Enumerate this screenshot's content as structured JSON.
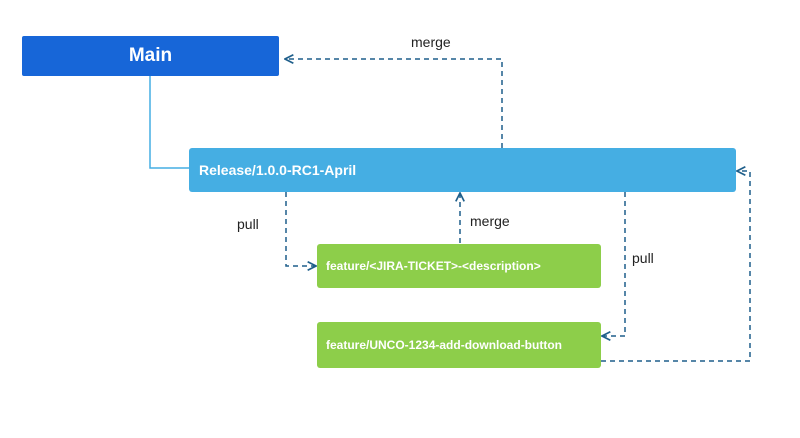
{
  "nodes": {
    "main": "Main",
    "release": "Release/1.0.0-RC1-April",
    "feature_template": "feature/<JIRA-TICKET>-<description>",
    "feature_example": "feature/UNCO-1234-add-download-button"
  },
  "edge_labels": {
    "release_to_main": "merge",
    "release_to_feature_template": "pull",
    "feature_template_to_release": "merge",
    "release_to_feature_example": "pull"
  },
  "colors": {
    "main_box": "#1766d8",
    "release_box": "#45aee3",
    "feature_box": "#8dce4a",
    "solid_connector": "#45aee3",
    "dashed_connector": "#1f5f8b"
  }
}
